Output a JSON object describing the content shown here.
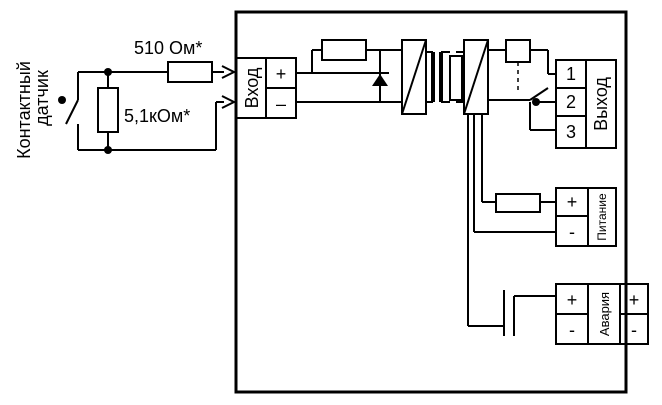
{
  "sensor": {
    "label_line1": "Контактный",
    "label_line2": "датчик"
  },
  "resistors": {
    "series": "510 Ом*",
    "parallel": "5,1кОм*"
  },
  "input_block": {
    "title": "Вход",
    "plus": "+",
    "minus": "–"
  },
  "output_block": {
    "title": "Выход",
    "terminals": [
      "1",
      "2",
      "3"
    ]
  },
  "power_block": {
    "title": "Питание",
    "plus": "+",
    "minus": "-"
  },
  "alarm_block": {
    "title": "Авария",
    "plus": "+",
    "minus": "-",
    "plus_right": "+",
    "minus_right": "-"
  }
}
